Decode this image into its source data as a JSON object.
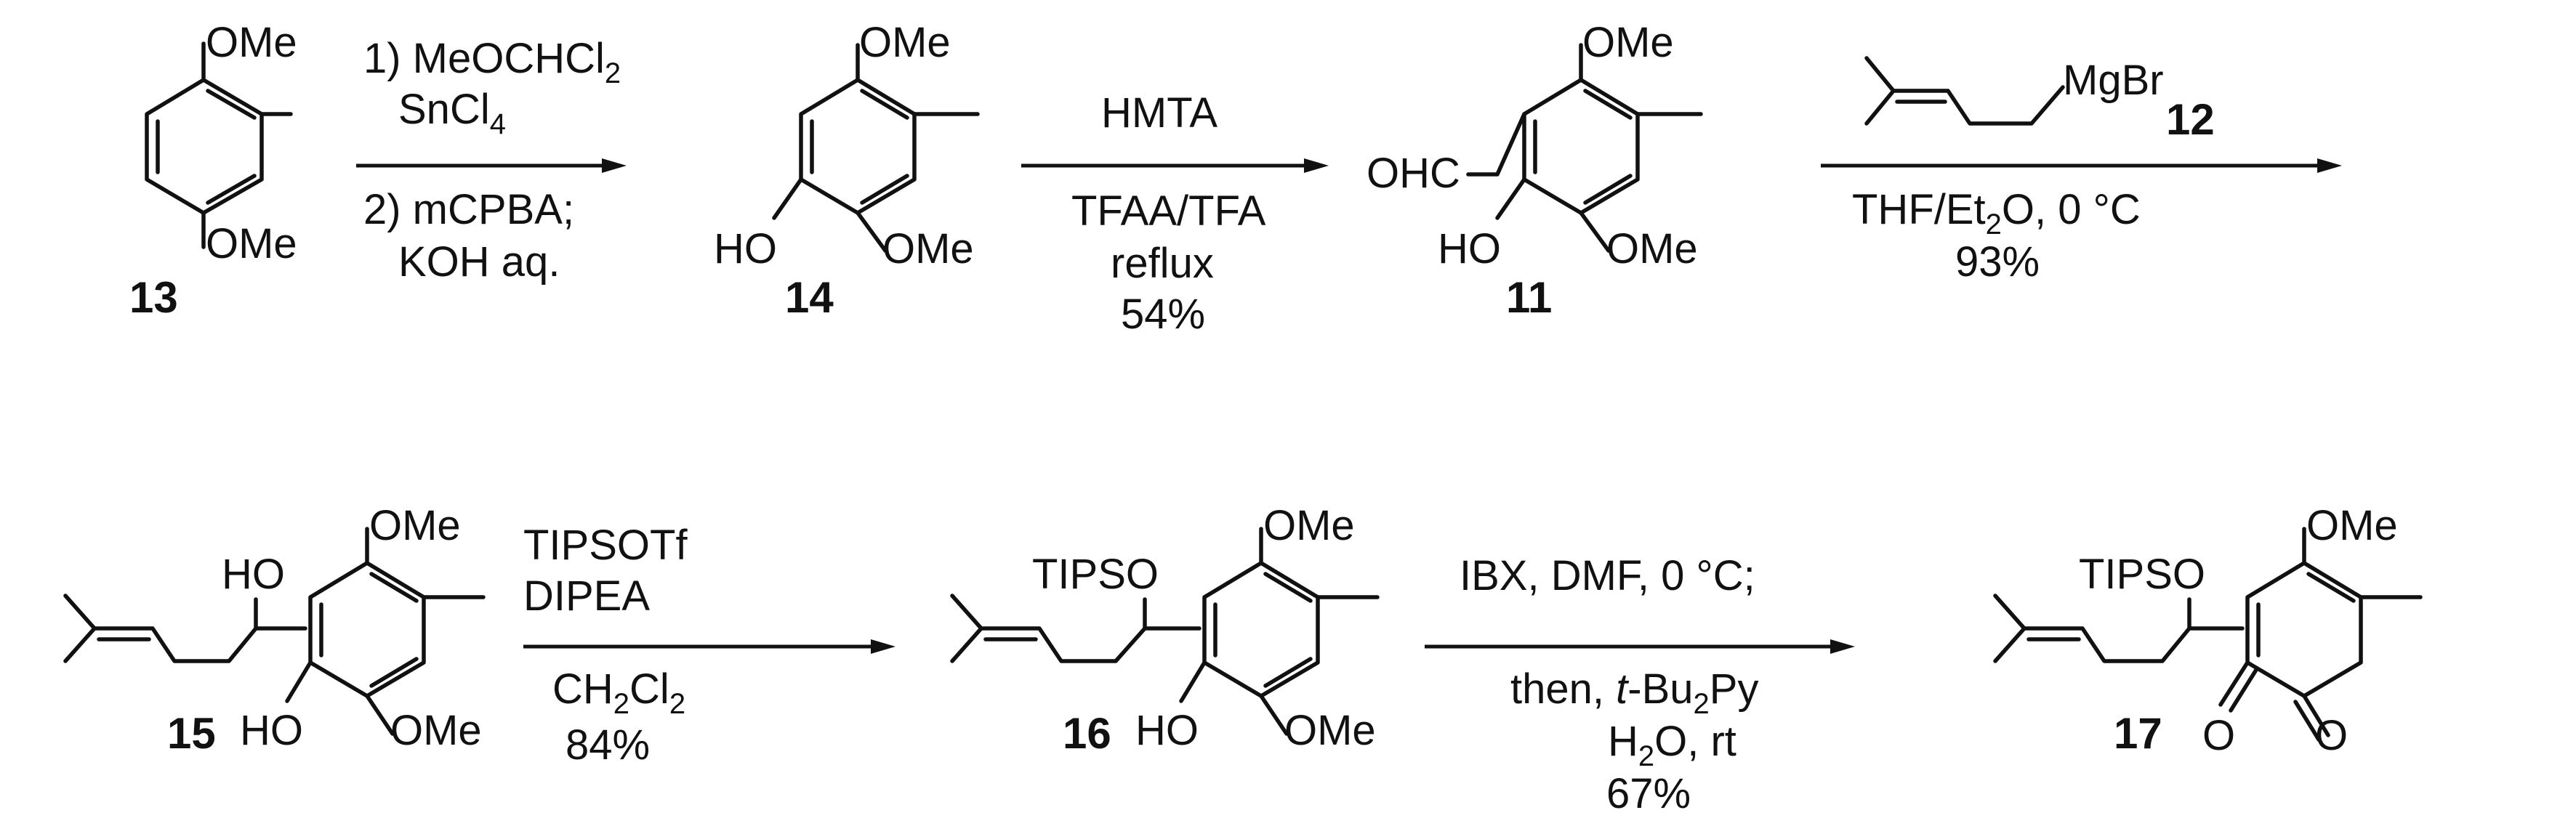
{
  "compounds": {
    "c13": {
      "number": "13",
      "ome_top": "OMe",
      "ome_bottom": "OMe"
    },
    "c14": {
      "number": "14",
      "ome_top": "OMe",
      "ho": "HO",
      "ome_bottom": "OMe"
    },
    "c11": {
      "number": "11",
      "ome_top": "OMe",
      "ohc": "OHC",
      "ho": "HO",
      "ome_bottom": "OMe"
    },
    "c12": {
      "number": "12",
      "mgbr": "MgBr"
    },
    "c15": {
      "number": "15",
      "ho_side": "HO",
      "ome_top": "OMe",
      "ho": "HO",
      "ome_bottom": "OMe"
    },
    "c16": {
      "number": "16",
      "tipso": "TIPSO",
      "ome_top": "OMe",
      "ho": "HO",
      "ome_bottom": "OMe"
    },
    "c17": {
      "number": "17",
      "tipso": "TIPSO",
      "ome_top": "OMe",
      "o_left": "O",
      "o_right": "O"
    }
  },
  "steps": {
    "s1": {
      "above_1": "1) MeOCHCl",
      "above_1_sub": "2",
      "above_2": "SnCl",
      "above_2_sub": "4",
      "below_1": "2) mCPBA;",
      "below_2": "KOH aq."
    },
    "s2": {
      "above": "HMTA",
      "below_1": "TFAA/TFA",
      "below_2": "reflux",
      "yield": "54%"
    },
    "s3": {
      "below_1a": "THF/Et",
      "below_1_sub": "2",
      "below_1b": "O, 0 °C",
      "yield": "93%"
    },
    "s4": {
      "above_1": "TIPSOTf",
      "above_2": "DIPEA",
      "below_1a": "CH",
      "below_1_sub1": "2",
      "below_1b": "Cl",
      "below_1_sub2": "2",
      "yield": "84%"
    },
    "s5": {
      "above": "IBX, DMF, 0 °C;",
      "below_1a": "then, ",
      "below_1_italic": "t",
      "below_1b": "-Bu",
      "below_1_sub": "2",
      "below_1c": "Py",
      "below_2a": "H",
      "below_2_sub": "2",
      "below_2b": "O, rt",
      "yield": "67%"
    }
  }
}
